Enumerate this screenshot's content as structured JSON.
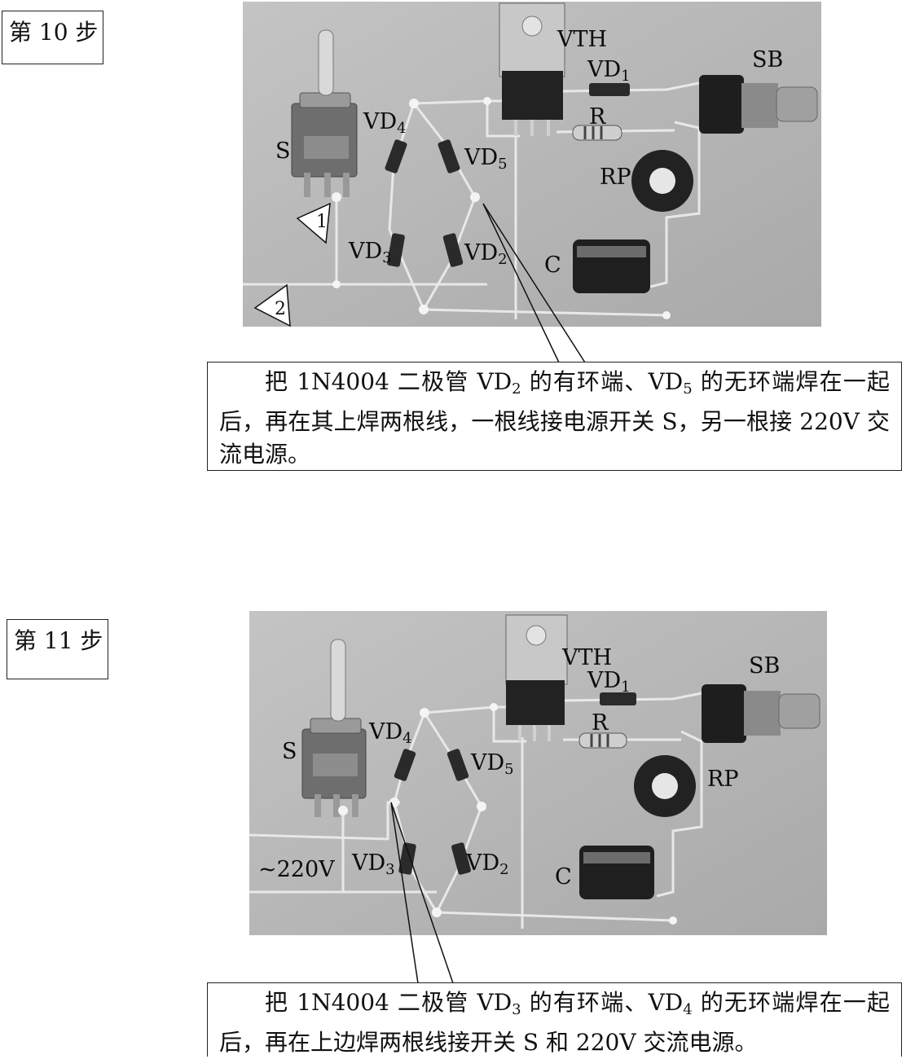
{
  "steps": [
    {
      "label": "第 10 步",
      "components": {
        "S": "S",
        "VTH": "VTH",
        "SB": "SB",
        "VD1": "VD",
        "VD1_sub": "1",
        "VD2": "VD",
        "VD2_sub": "2",
        "VD3": "VD",
        "VD3_sub": "3",
        "VD4": "VD",
        "VD4_sub": "4",
        "VD5": "VD",
        "VD5_sub": "5",
        "R": "R",
        "RP": "RP",
        "C": "C"
      },
      "markers": [
        "1",
        "2"
      ],
      "caption": {
        "p1": "把 1N4004 二极管 VD",
        "s1": "2",
        "p2": " 的有环端、VD",
        "s2": "5",
        "p3": " 的无环端焊在一起后，再在其上焊两根线，一根线接电源开关 S，另一根接 220V 交流电源。"
      }
    },
    {
      "label": "第 11 步",
      "components": {
        "S": "S",
        "VTH": "VTH",
        "SB": "SB",
        "VD1": "VD",
        "VD1_sub": "1",
        "VD2": "VD",
        "VD2_sub": "2",
        "VD3": "VD",
        "VD3_sub": "3",
        "VD4": "VD",
        "VD4_sub": "4",
        "VD5": "VD",
        "VD5_sub": "5",
        "R": "R",
        "RP": "RP",
        "C": "C",
        "AC": "~220V"
      },
      "caption": {
        "p1": "把 1N4004 二极管 VD",
        "s1": "3",
        "p2": " 的有环端、VD",
        "s2": "4",
        "p3": " 的无环端焊在一起后，再在上边焊两根线接开关 S 和 220V 交流电源。"
      }
    }
  ]
}
